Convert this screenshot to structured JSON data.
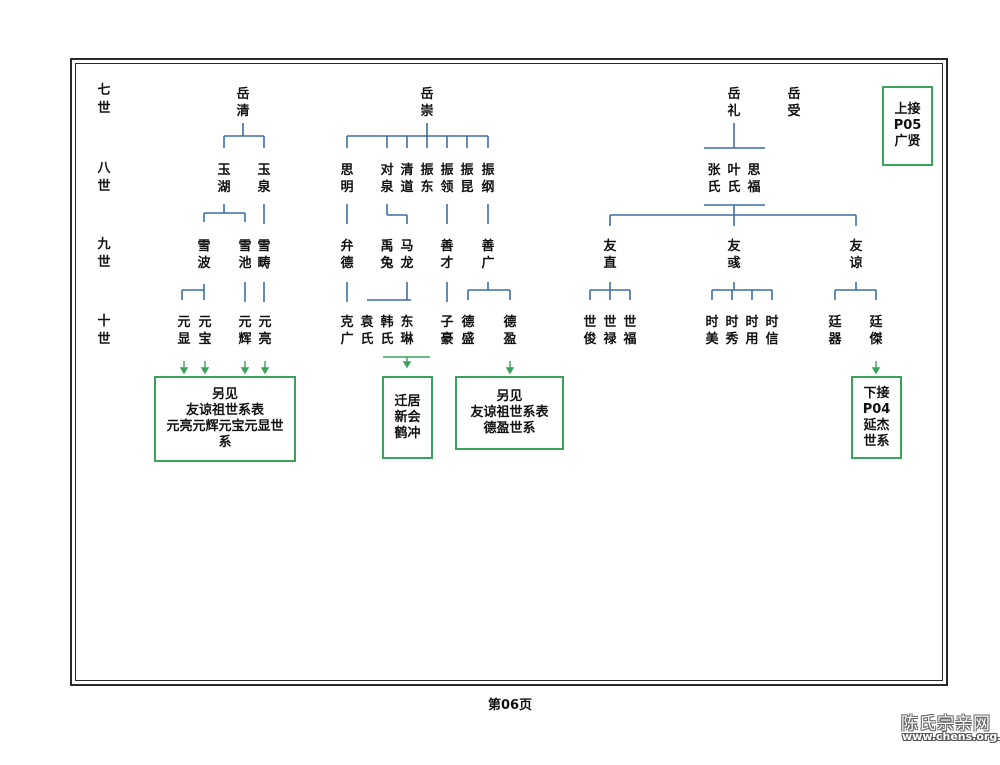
{
  "generations": [
    {
      "top": "七",
      "bottom": "世"
    },
    {
      "top": "八",
      "bottom": "世"
    },
    {
      "top": "九",
      "bottom": "世"
    },
    {
      "top": "十",
      "bottom": "世"
    }
  ],
  "gen7": {
    "yue_qing": [
      "岳",
      "清"
    ],
    "yue_chong": [
      "岳",
      "崇"
    ],
    "yue_li": [
      "岳",
      "礼"
    ],
    "yue_shou": [
      "岳",
      "受"
    ]
  },
  "gen8": {
    "yu_hu": [
      "玉",
      "湖"
    ],
    "yu_quan": [
      "玉",
      "泉"
    ],
    "en_ming": [
      "思",
      "明"
    ],
    "dui_quan": [
      "对",
      "泉"
    ],
    "qing_dao": [
      "清",
      "道"
    ],
    "zhen_dong": [
      "振",
      "东"
    ],
    "zhen_ling": [
      "振",
      "领"
    ],
    "zhen_kun": [
      "振",
      "昆"
    ],
    "zhen_gang": [
      "振",
      "纲"
    ],
    "zhang_shi": [
      "张",
      "氏"
    ],
    "ye_shi": [
      "叶",
      "氏"
    ],
    "en_fu": [
      "思",
      "福"
    ]
  },
  "gen9": {
    "xue_bo": [
      "雪",
      "波"
    ],
    "xue_chi": [
      "雪",
      "池"
    ],
    "xue_chou": [
      "雪",
      "畴"
    ],
    "bian_de": [
      "弁",
      "德"
    ],
    "yu_tu": [
      "禹",
      "兔"
    ],
    "ma_long": [
      "马",
      "龙"
    ],
    "shan_cai": [
      "善",
      "才"
    ],
    "shan_guang": [
      "善",
      "广"
    ],
    "you_zhi": [
      "友",
      "直"
    ],
    "you_yu": [
      "友",
      "彧"
    ],
    "you_liang": [
      "友",
      "谅"
    ]
  },
  "gen10": {
    "yuan_xian": [
      "元",
      "显"
    ],
    "yuan_bao": [
      "元",
      "宝"
    ],
    "yuan_hui": [
      "元",
      "辉"
    ],
    "yuan_liang": [
      "元",
      "亮"
    ],
    "ke_guang": [
      "克",
      "广"
    ],
    "yuan_shi": [
      "袁",
      "氏"
    ],
    "han_shi": [
      "韩",
      "氏"
    ],
    "dong_lin": [
      "东",
      "琳"
    ],
    "zi_hao": [
      "子",
      "豪"
    ],
    "de_sheng": [
      "德",
      "盛"
    ],
    "de_ying": [
      "德",
      "盈"
    ],
    "shi_jun": [
      "世",
      "俊"
    ],
    "shi_lu": [
      "世",
      "禄"
    ],
    "shi_fu": [
      "世",
      "福"
    ],
    "shi_mei": [
      "时",
      "美"
    ],
    "shi_xiu": [
      "时",
      "秀"
    ],
    "shi_yong": [
      "时",
      "用"
    ],
    "shi_xin": [
      "时",
      "信"
    ],
    "yan_qi": [
      "廷",
      "器"
    ],
    "yan_jie": [
      "廷",
      "傑"
    ]
  },
  "boxes": {
    "upper_ref": [
      "上接",
      "P05",
      "广贤"
    ],
    "see_also_1": [
      "另见",
      "友谅祖世系表",
      "元亮元辉元宝元显世",
      "系"
    ],
    "moved": [
      "迁居",
      "新会",
      "鹤冲"
    ],
    "see_also_2": [
      "另见",
      "友谅祖世系表",
      "德盈世系"
    ],
    "lower_ref": [
      "下接",
      "P04",
      "延杰",
      "世系"
    ]
  },
  "footer": "第06页",
  "watermark": {
    "name": "陈氏宗亲网",
    "url": "www.chens.org.cn"
  },
  "colors": {
    "line": "#3b6fa5",
    "box": "#3aa35b",
    "arrow": "#3aa35b"
  }
}
